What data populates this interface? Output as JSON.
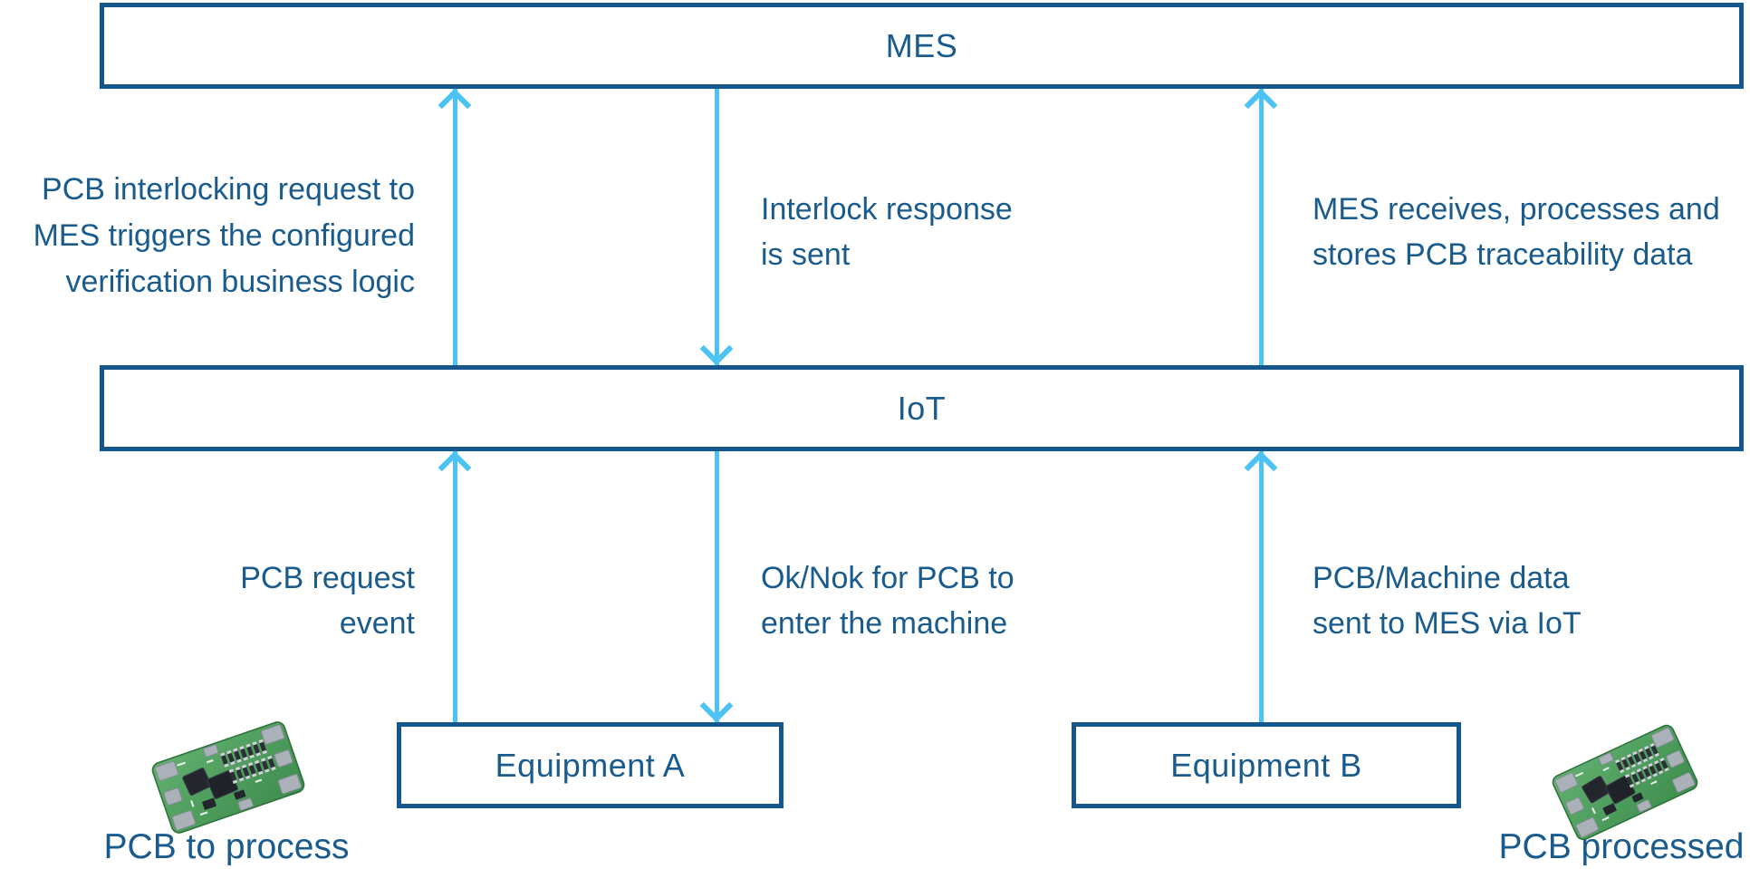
{
  "colors": {
    "box-border": "#15568c",
    "text": "#1a5b8e",
    "arrow": "#4cc3f2"
  },
  "nodes": {
    "mes": "MES",
    "iot": "IoT",
    "equipment_a": "Equipment A",
    "equipment_b": "Equipment B"
  },
  "annotations": {
    "interlock_request": {
      "line1": "PCB interlocking request to",
      "line2": "MES triggers the configured",
      "line3": "verification business logic"
    },
    "interlock_response": {
      "line1": "Interlock response",
      "line2": "is sent"
    },
    "traceability": {
      "line1": "MES receives, processes and",
      "line2": "stores PCB traceability data"
    },
    "pcb_request": {
      "line1": "PCB request",
      "line2": "event"
    },
    "ok_nok": {
      "line1": "Ok/Nok for PCB to",
      "line2": "enter the machine"
    },
    "pcb_machine_data": {
      "line1": "PCB/Machine data",
      "line2": "sent to MES via IoT"
    }
  },
  "captions": {
    "pcb_to_process": "PCB to process",
    "pcb_processed": "PCB processed"
  },
  "images": {
    "pcb_left": "green-pcb-circuit-board-photo",
    "pcb_right": "green-pcb-circuit-board-photo"
  }
}
